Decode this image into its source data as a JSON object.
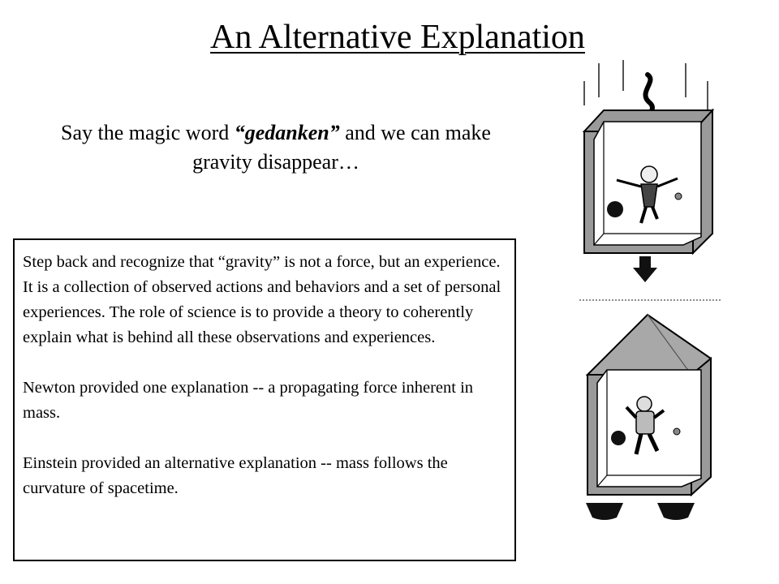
{
  "slide": {
    "title": "An Alternative Explanation",
    "subtitle_before": "Say the magic word ",
    "subtitle_emphasis": "“gedanken”",
    "subtitle_after": " and we can make gravity disappear…",
    "paragraphs": [
      "Step back and recognize that “gravity” is not a force, but an experience.  It is a collection of observed actions and behaviors and a set of personal experiences.  The role of science is to provide a theory to coherently explain what is behind all these observations and experiences.",
      "Newton provided one explanation -- a propagating force inherent in mass.",
      "Einstein provided an alternative explanation -- mass follows the curvature of spacetime."
    ]
  },
  "illustration": {
    "top_scene": "falling-elevator-with-person",
    "bottom_scene": "floating-astronaut-in-box",
    "colors": {
      "box_frame": "#9a9a9a",
      "box_inner": "#ffffff",
      "roof": "#a8a8a8",
      "thrusters": "#111111"
    }
  }
}
